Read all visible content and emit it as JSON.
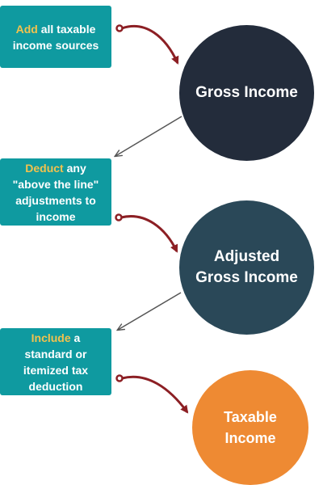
{
  "colors": {
    "box_bg": "#0f9aa0",
    "highlight": "#f2c24e",
    "gross_income_circle": "#232c3b",
    "adjusted_income_circle": "#2a4858",
    "taxable_income_circle": "#ee8a33",
    "curved_arrow": "#8c1f24",
    "straight_arrow": "#555555"
  },
  "steps": [
    {
      "highlight": "Add",
      "rest": " all taxable income sources"
    },
    {
      "highlight": "Deduct",
      "rest": " any \"above the line\" adjustments to income"
    },
    {
      "highlight": "Include",
      "rest": " a standard or itemized tax deduction"
    }
  ],
  "stages": [
    {
      "line1": "Gross Income",
      "line2": ""
    },
    {
      "line1": "Adjusted",
      "line2": "Gross Income"
    },
    {
      "line1": "Taxable",
      "line2": "Income"
    }
  ]
}
